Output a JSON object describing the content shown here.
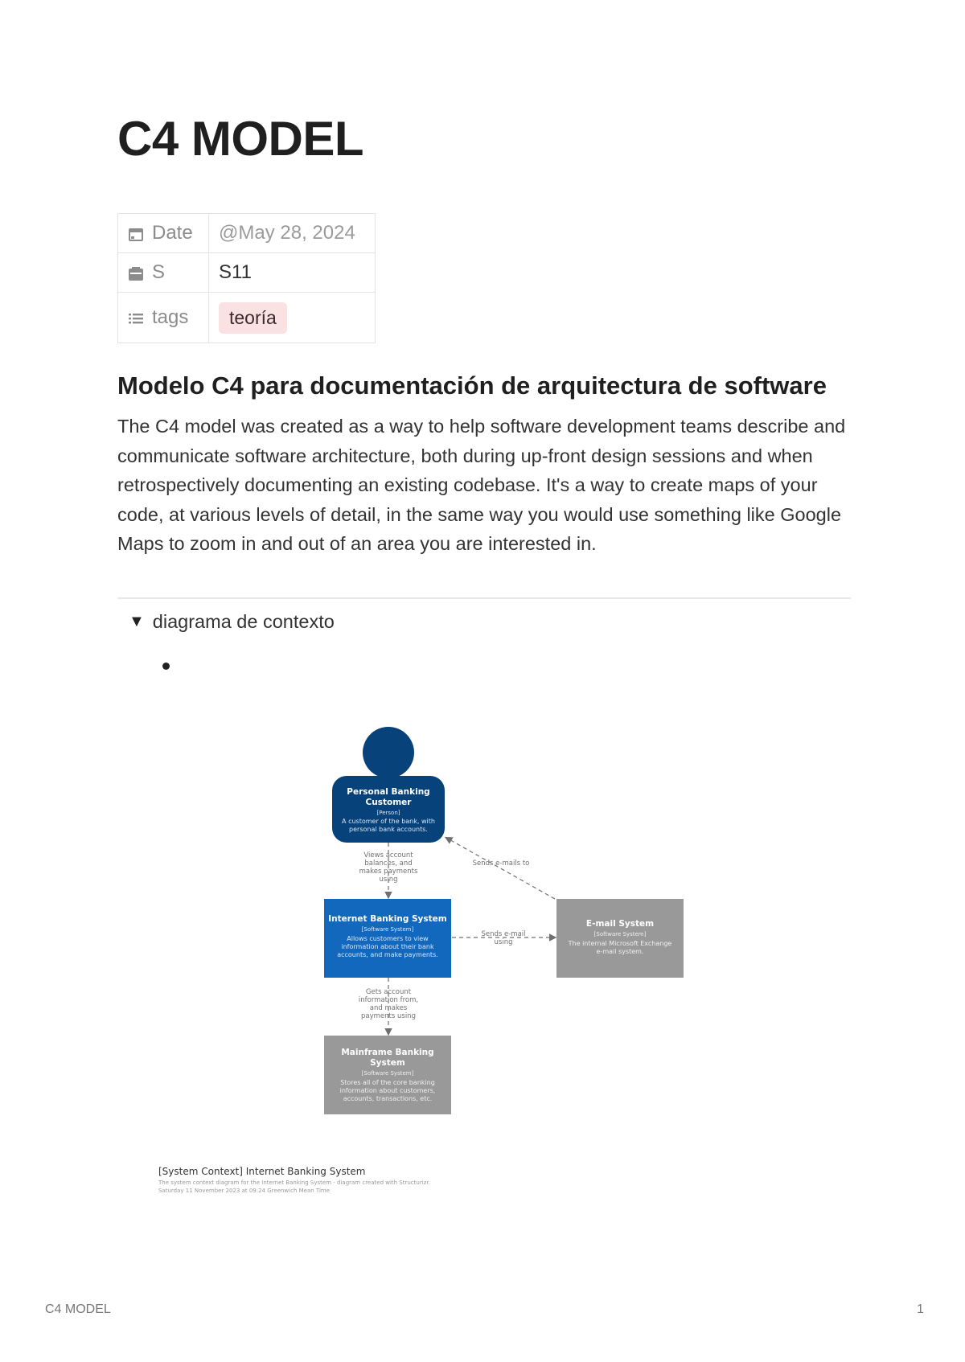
{
  "page": {
    "title": "C4 MODEL"
  },
  "properties": [
    {
      "icon": "calendar-icon",
      "name": "Date",
      "value": "@May 28, 2024"
    },
    {
      "icon": "folder-icon",
      "name": "S",
      "value": "S11"
    },
    {
      "icon": "list-icon",
      "name": "tags",
      "value": "teoría"
    }
  ],
  "section": {
    "heading": "Modelo C4 para documentación de arquitectura de software",
    "paragraph": "The C4 model was created as a way to help software development teams describe and communicate software architecture, both during up-front design sessions and when retrospectively documenting an existing codebase. It's a way to create maps of your code, at various levels of detail, in the same way you would use something like Google Maps to zoom in and out of an area you are interested in."
  },
  "toggle": {
    "label": "diagrama de contexto"
  },
  "diagram": {
    "person": {
      "name_line1": "Personal Banking",
      "name_line2": "Customer",
      "kind": "[Person]",
      "desc_line1": "A customer of the bank, with",
      "desc_line2": "personal bank accounts."
    },
    "internet_banking": {
      "name": "Internet Banking System",
      "kind": "[Software System]",
      "desc_line1": "Allows customers to view",
      "desc_line2": "information about their bank",
      "desc_line3": "accounts, and make payments."
    },
    "email": {
      "name": "E-mail System",
      "kind": "[Software System]",
      "desc_line1": "The internal Microsoft Exchange",
      "desc_line2": "e-mail system."
    },
    "mainframe": {
      "name_line1": "Mainframe Banking",
      "name_line2": "System",
      "kind": "[Software System]",
      "desc_line1": "Stores all of the core banking",
      "desc_line2": "information about customers,",
      "desc_line3": "accounts, transactions, etc."
    },
    "rel_views": [
      "Views account",
      "balances, and",
      "makes payments",
      "using"
    ],
    "rel_sends_emails_to": "Sends e-mails to",
    "rel_sends_email_using": [
      "Sends e-mail",
      "using"
    ],
    "rel_gets_info": [
      "Gets account",
      "information from,",
      "and makes",
      "payments using"
    ],
    "caption_title": "[System Context] Internet Banking System",
    "caption_line1": "The system context diagram for the Internet Banking System - diagram created with Structurizr.",
    "caption_line2": "Saturday 11 November 2023 at 09:24 Greenwich Mean Time",
    "colors": {
      "person": "#08427b",
      "internet_banking": "#1168bd",
      "external": "#999999"
    }
  },
  "footer": {
    "left": "C4 MODEL",
    "right": "1"
  }
}
